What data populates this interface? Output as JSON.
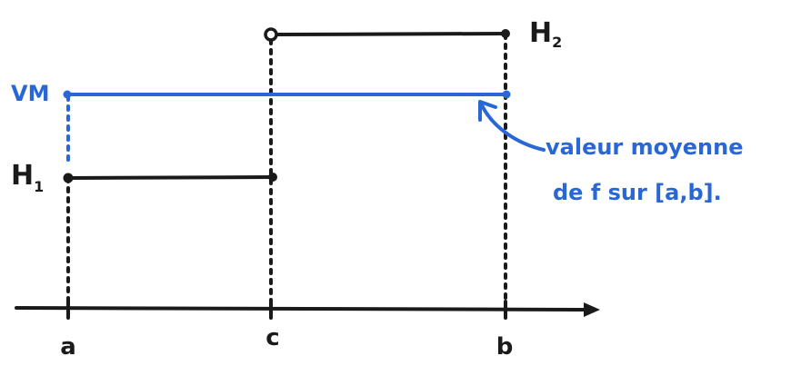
{
  "diagram": {
    "levels": {
      "h2": {
        "label": "H",
        "subscript": "2"
      },
      "h1": {
        "label": "H",
        "subscript": "1"
      },
      "vm": {
        "label": "VM"
      }
    },
    "axis": {
      "ticks": [
        "a",
        "c",
        "b"
      ]
    },
    "annotation": {
      "line1": "valeur moyenne",
      "line2": "de f sur [a,b]."
    },
    "colors": {
      "ink": "#1a1a1a",
      "accent": "#2a67d6"
    }
  }
}
